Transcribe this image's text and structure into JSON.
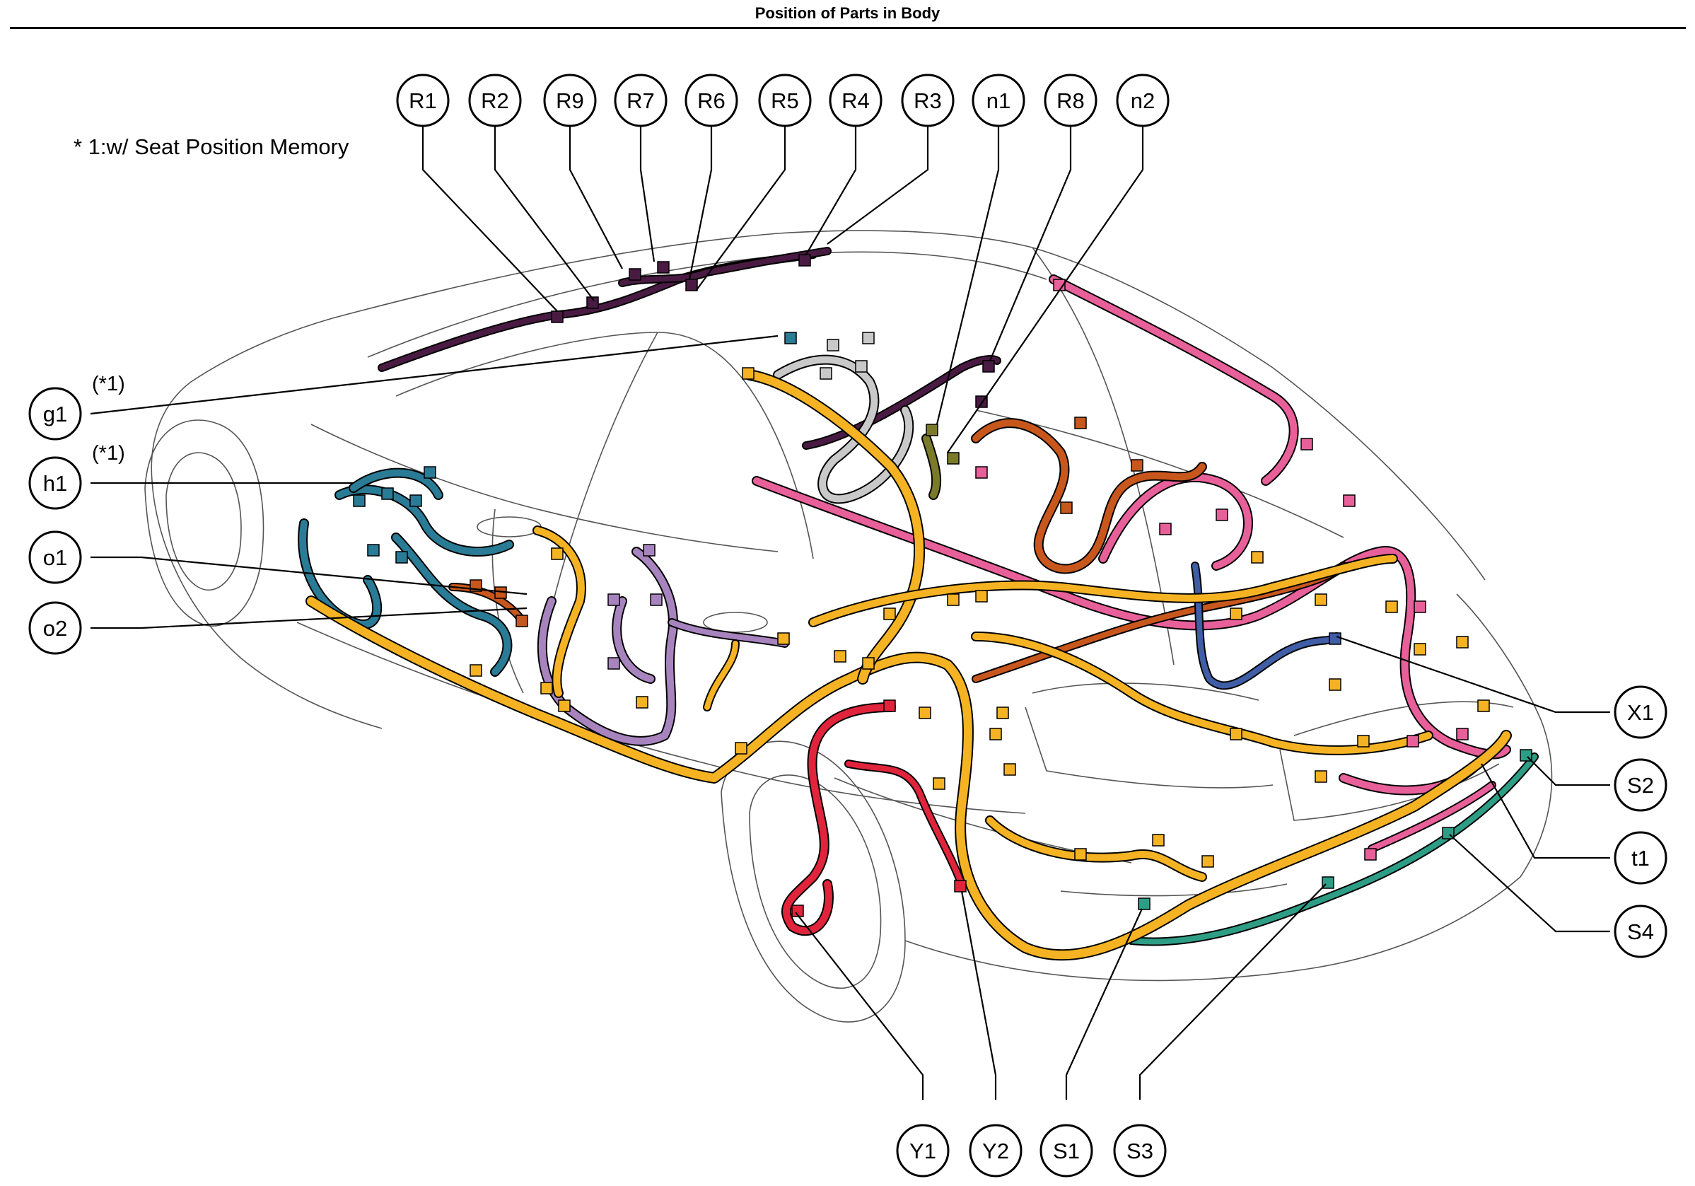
{
  "title": "Position of Parts in Body",
  "note": "* 1:w/ Seat Position Memory",
  "colors": {
    "orange_harness": "#f5b324",
    "pink_harness": "#e8609a",
    "purple_dark_harness": "#4a1b42",
    "blue_harness": "#2a7b96",
    "lavender_harness": "#a884bf",
    "red_harness": "#e0243c",
    "rust_harness": "#c8571d",
    "teal_harness": "#2e9d85",
    "gray_harness": "#b7b7b7",
    "olive_harness": "#7a7a2a",
    "navy_harness": "#3f5ea6"
  },
  "callouts": [
    {
      "id": "R1",
      "label": "R1",
      "note": ""
    },
    {
      "id": "R2",
      "label": "R2",
      "note": ""
    },
    {
      "id": "R9",
      "label": "R9",
      "note": ""
    },
    {
      "id": "R7",
      "label": "R7",
      "note": ""
    },
    {
      "id": "R6",
      "label": "R6",
      "note": ""
    },
    {
      "id": "R5",
      "label": "R5",
      "note": ""
    },
    {
      "id": "R4",
      "label": "R4",
      "note": ""
    },
    {
      "id": "R3",
      "label": "R3",
      "note": ""
    },
    {
      "id": "n1",
      "label": "n1",
      "note": ""
    },
    {
      "id": "R8",
      "label": "R8",
      "note": ""
    },
    {
      "id": "n2",
      "label": "n2",
      "note": ""
    },
    {
      "id": "g1",
      "label": "g1",
      "note": "(*1)"
    },
    {
      "id": "h1",
      "label": "h1",
      "note": "(*1)"
    },
    {
      "id": "o1",
      "label": "o1",
      "note": ""
    },
    {
      "id": "o2",
      "label": "o2",
      "note": ""
    },
    {
      "id": "X1",
      "label": "X1",
      "note": ""
    },
    {
      "id": "S2",
      "label": "S2",
      "note": ""
    },
    {
      "id": "t1",
      "label": "t1",
      "note": ""
    },
    {
      "id": "S4",
      "label": "S4",
      "note": ""
    },
    {
      "id": "Y1",
      "label": "Y1",
      "note": ""
    },
    {
      "id": "Y2",
      "label": "Y2",
      "note": ""
    },
    {
      "id": "S1",
      "label": "S1",
      "note": ""
    },
    {
      "id": "S3",
      "label": "S3",
      "note": ""
    }
  ]
}
